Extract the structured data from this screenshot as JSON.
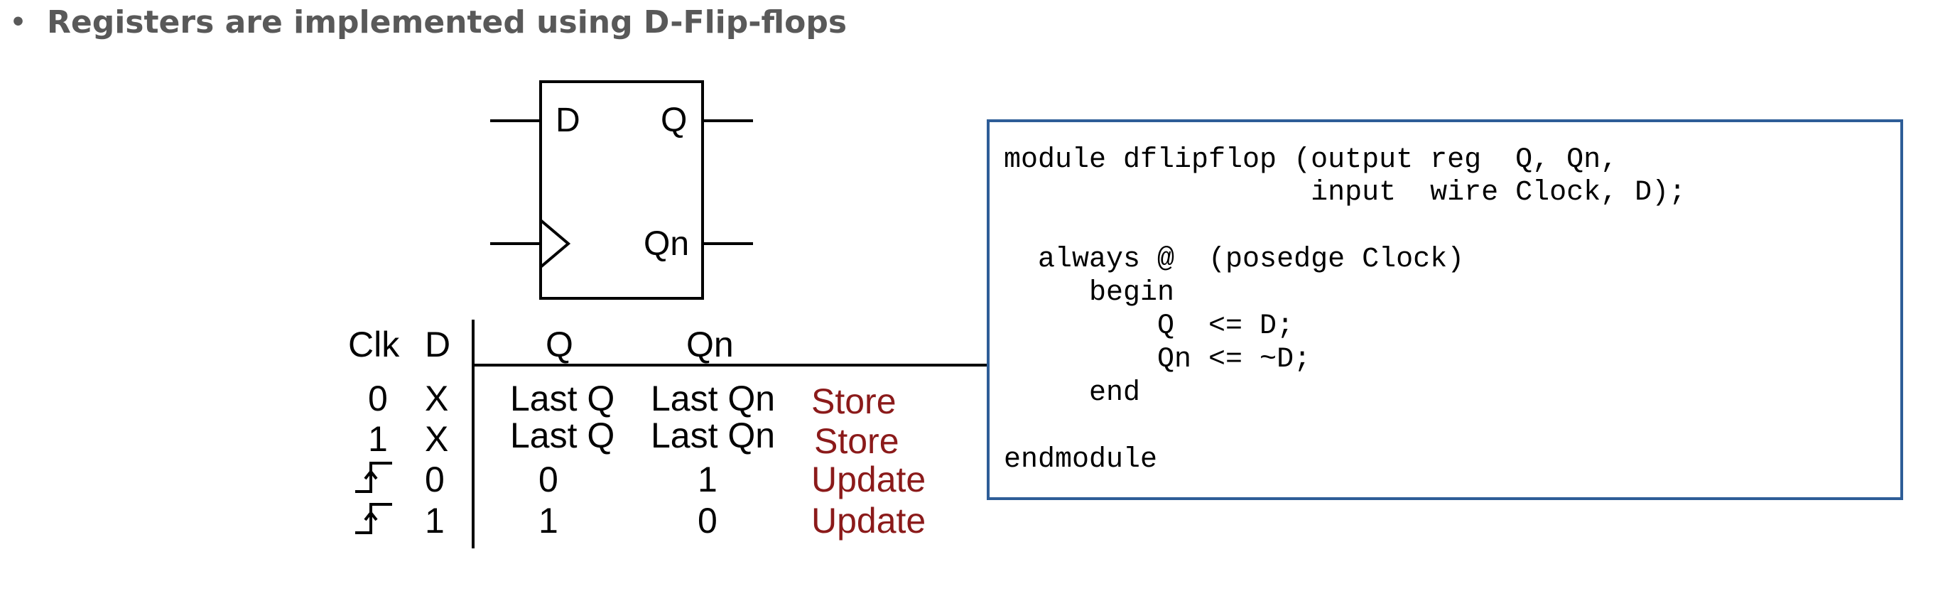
{
  "bullet": {
    "symbol": "•",
    "text": "Registers are implemented using D-Flip-flops"
  },
  "flipflop": {
    "input_d": "D",
    "output_q": "Q",
    "output_qn": "Qn"
  },
  "truth_table": {
    "headers": [
      "Clk",
      "D",
      "Q",
      "Qn"
    ],
    "rows": [
      {
        "clk": "0",
        "d": "X",
        "q": "Last Q",
        "qn": "Last Qn",
        "status": "Store"
      },
      {
        "clk": "1",
        "d": "X",
        "q": "Last Q",
        "qn": "Last Qn",
        "status": "Store"
      },
      {
        "clk": "rising-edge",
        "d": "0",
        "q": "0",
        "qn": "1",
        "status": "Update"
      },
      {
        "clk": "rising-edge",
        "d": "1",
        "q": "1",
        "qn": "0",
        "status": "Update"
      }
    ],
    "status_color": "#8b1a1a"
  },
  "code": {
    "border_color": "#2e5d97",
    "lines": [
      "module dflipflop (output reg  Q, Qn,",
      "                  input  wire Clock, D);",
      "",
      "  always @  (posedge Clock)",
      "     begin",
      "         Q  <= D;",
      "         Qn <= ~D;",
      "     end",
      "",
      "endmodule"
    ]
  }
}
